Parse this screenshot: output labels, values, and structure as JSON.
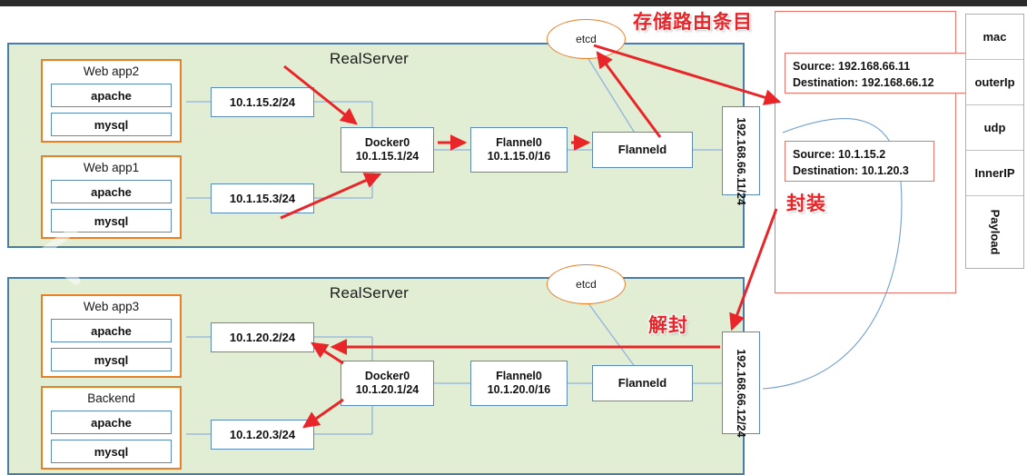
{
  "diagram": {
    "title": "Flannel UDP overlay network between two RealServers",
    "colors": {
      "panel_fill": "#e2eed4",
      "panel_border": "#4a7ca8",
      "app_border": "#e8802a",
      "box_border": "#5b8bb5",
      "annotation_red": "#e8262a",
      "red_box_border": "#e8736b",
      "arrow_red": "#e8262a",
      "wire_blue": "#8fb4dd",
      "packet_border": "#8fb4dd",
      "topbar": "#2b2b2b"
    }
  },
  "annotations": {
    "store_route_entries": "存储路由条目",
    "encapsulation": "封装",
    "decapsulation": "解封"
  },
  "servers": [
    {
      "id": "realserver-top",
      "title": "RealServer",
      "etcd_label": "etcd",
      "apps": [
        {
          "title": "Web app2",
          "services": [
            "apache",
            "mysql"
          ],
          "ip": "10.1.15.2/24"
        },
        {
          "title": "Web app1",
          "services": [
            "apache",
            "mysql"
          ],
          "ip": "10.1.15.3/24"
        }
      ],
      "docker": {
        "name": "Docker0",
        "ip": "10.1.15.1/24"
      },
      "flannel0": {
        "name": "Flannel0",
        "ip": "10.1.15.0/16"
      },
      "flanneld": {
        "name": "Flanneld"
      },
      "host_ip": "192.168.66.11/24"
    },
    {
      "id": "realserver-bottom",
      "title": "RealServer",
      "etcd_label": "etcd",
      "apps": [
        {
          "title": "Web app3",
          "services": [
            "apache",
            "mysql"
          ],
          "ip": "10.1.20.2/24"
        },
        {
          "title": "Backend",
          "services": [
            "apache",
            "mysql"
          ],
          "ip": "10.1.20.3/24"
        }
      ],
      "docker": {
        "name": "Docker0",
        "ip": "10.1.20.1/24"
      },
      "flannel0": {
        "name": "Flannel0",
        "ip": "10.1.20.0/16"
      },
      "flanneld": {
        "name": "Flanneld"
      },
      "host_ip": "192.168.66.12/24"
    }
  ],
  "packet_headers": {
    "outer": {
      "source_label": "Source:",
      "source_value": "192.168.66.11",
      "destination_label": "Destination:",
      "destination_value": "192.168.66.12",
      "line1": "Source:  192.168.66.11",
      "line2": "Destination:  192.168.66.12"
    },
    "inner": {
      "source_label": "Source:",
      "source_value": "10.1.15.2",
      "destination_label": "Destination:",
      "destination_value": "10.1.20.3",
      "line1": "Source:  10.1.15.2",
      "line2": "Destination:  10.1.20.3"
    }
  },
  "packet_stack": {
    "layers": [
      "mac",
      "outerIp",
      "udp",
      "InnerIP",
      "Payload"
    ]
  }
}
